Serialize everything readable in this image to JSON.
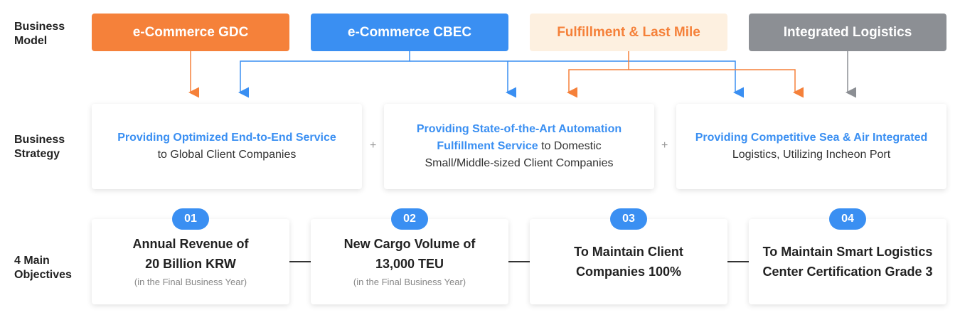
{
  "row_labels": {
    "model": "Business\nModel",
    "strategy": "Business\nStrategy",
    "objectives": "4 Main\nObjectives"
  },
  "business_models": [
    {
      "label": "e-Commerce GDC",
      "bg": "#f5813a",
      "fg": "#ffffff"
    },
    {
      "label": "e-Commerce CBEC",
      "bg": "#3a8ff2",
      "fg": "#ffffff"
    },
    {
      "label": "Fulfillment & Last Mile",
      "bg": "#fdf0e0",
      "fg": "#f5813a"
    },
    {
      "label": "Integrated Logistics",
      "bg": "#8c8f94",
      "fg": "#ffffff"
    }
  ],
  "strategies": [
    {
      "hl1": "Providing Optimized End-to-End Service",
      "hl2": "",
      "rest": "to Global Client Companies",
      "rest2": ""
    },
    {
      "hl1": "Providing State-of-the-Art Automation",
      "hl2": "Fulfillment Service",
      "rest": " to Domestic",
      "rest2": "Small/Middle-sized Client Companies"
    },
    {
      "hl1": "Providing Competitive Sea & Air Integrated",
      "hl2": "",
      "rest": "Logistics, Utilizing Incheon Port",
      "rest2": ""
    }
  ],
  "plus_sign": "+",
  "objectives": [
    {
      "num": "01",
      "line1": "Annual Revenue of",
      "line2": "20 Billion KRW",
      "sub": "(in the Final Business Year)"
    },
    {
      "num": "02",
      "line1": "New Cargo Volume of",
      "line2": "13,000 TEU",
      "sub": "(in the Final Business Year)"
    },
    {
      "num": "03",
      "line1": "To Maintain Client",
      "line2": "Companies 100%",
      "sub": ""
    },
    {
      "num": "04",
      "line1": "To Maintain Smart Logistics",
      "line2": "Center Certification Grade 3",
      "sub": ""
    }
  ],
  "colors": {
    "accent_blue": "#3a8ff2",
    "accent_orange": "#f5813a",
    "gray": "#8c8f94"
  }
}
